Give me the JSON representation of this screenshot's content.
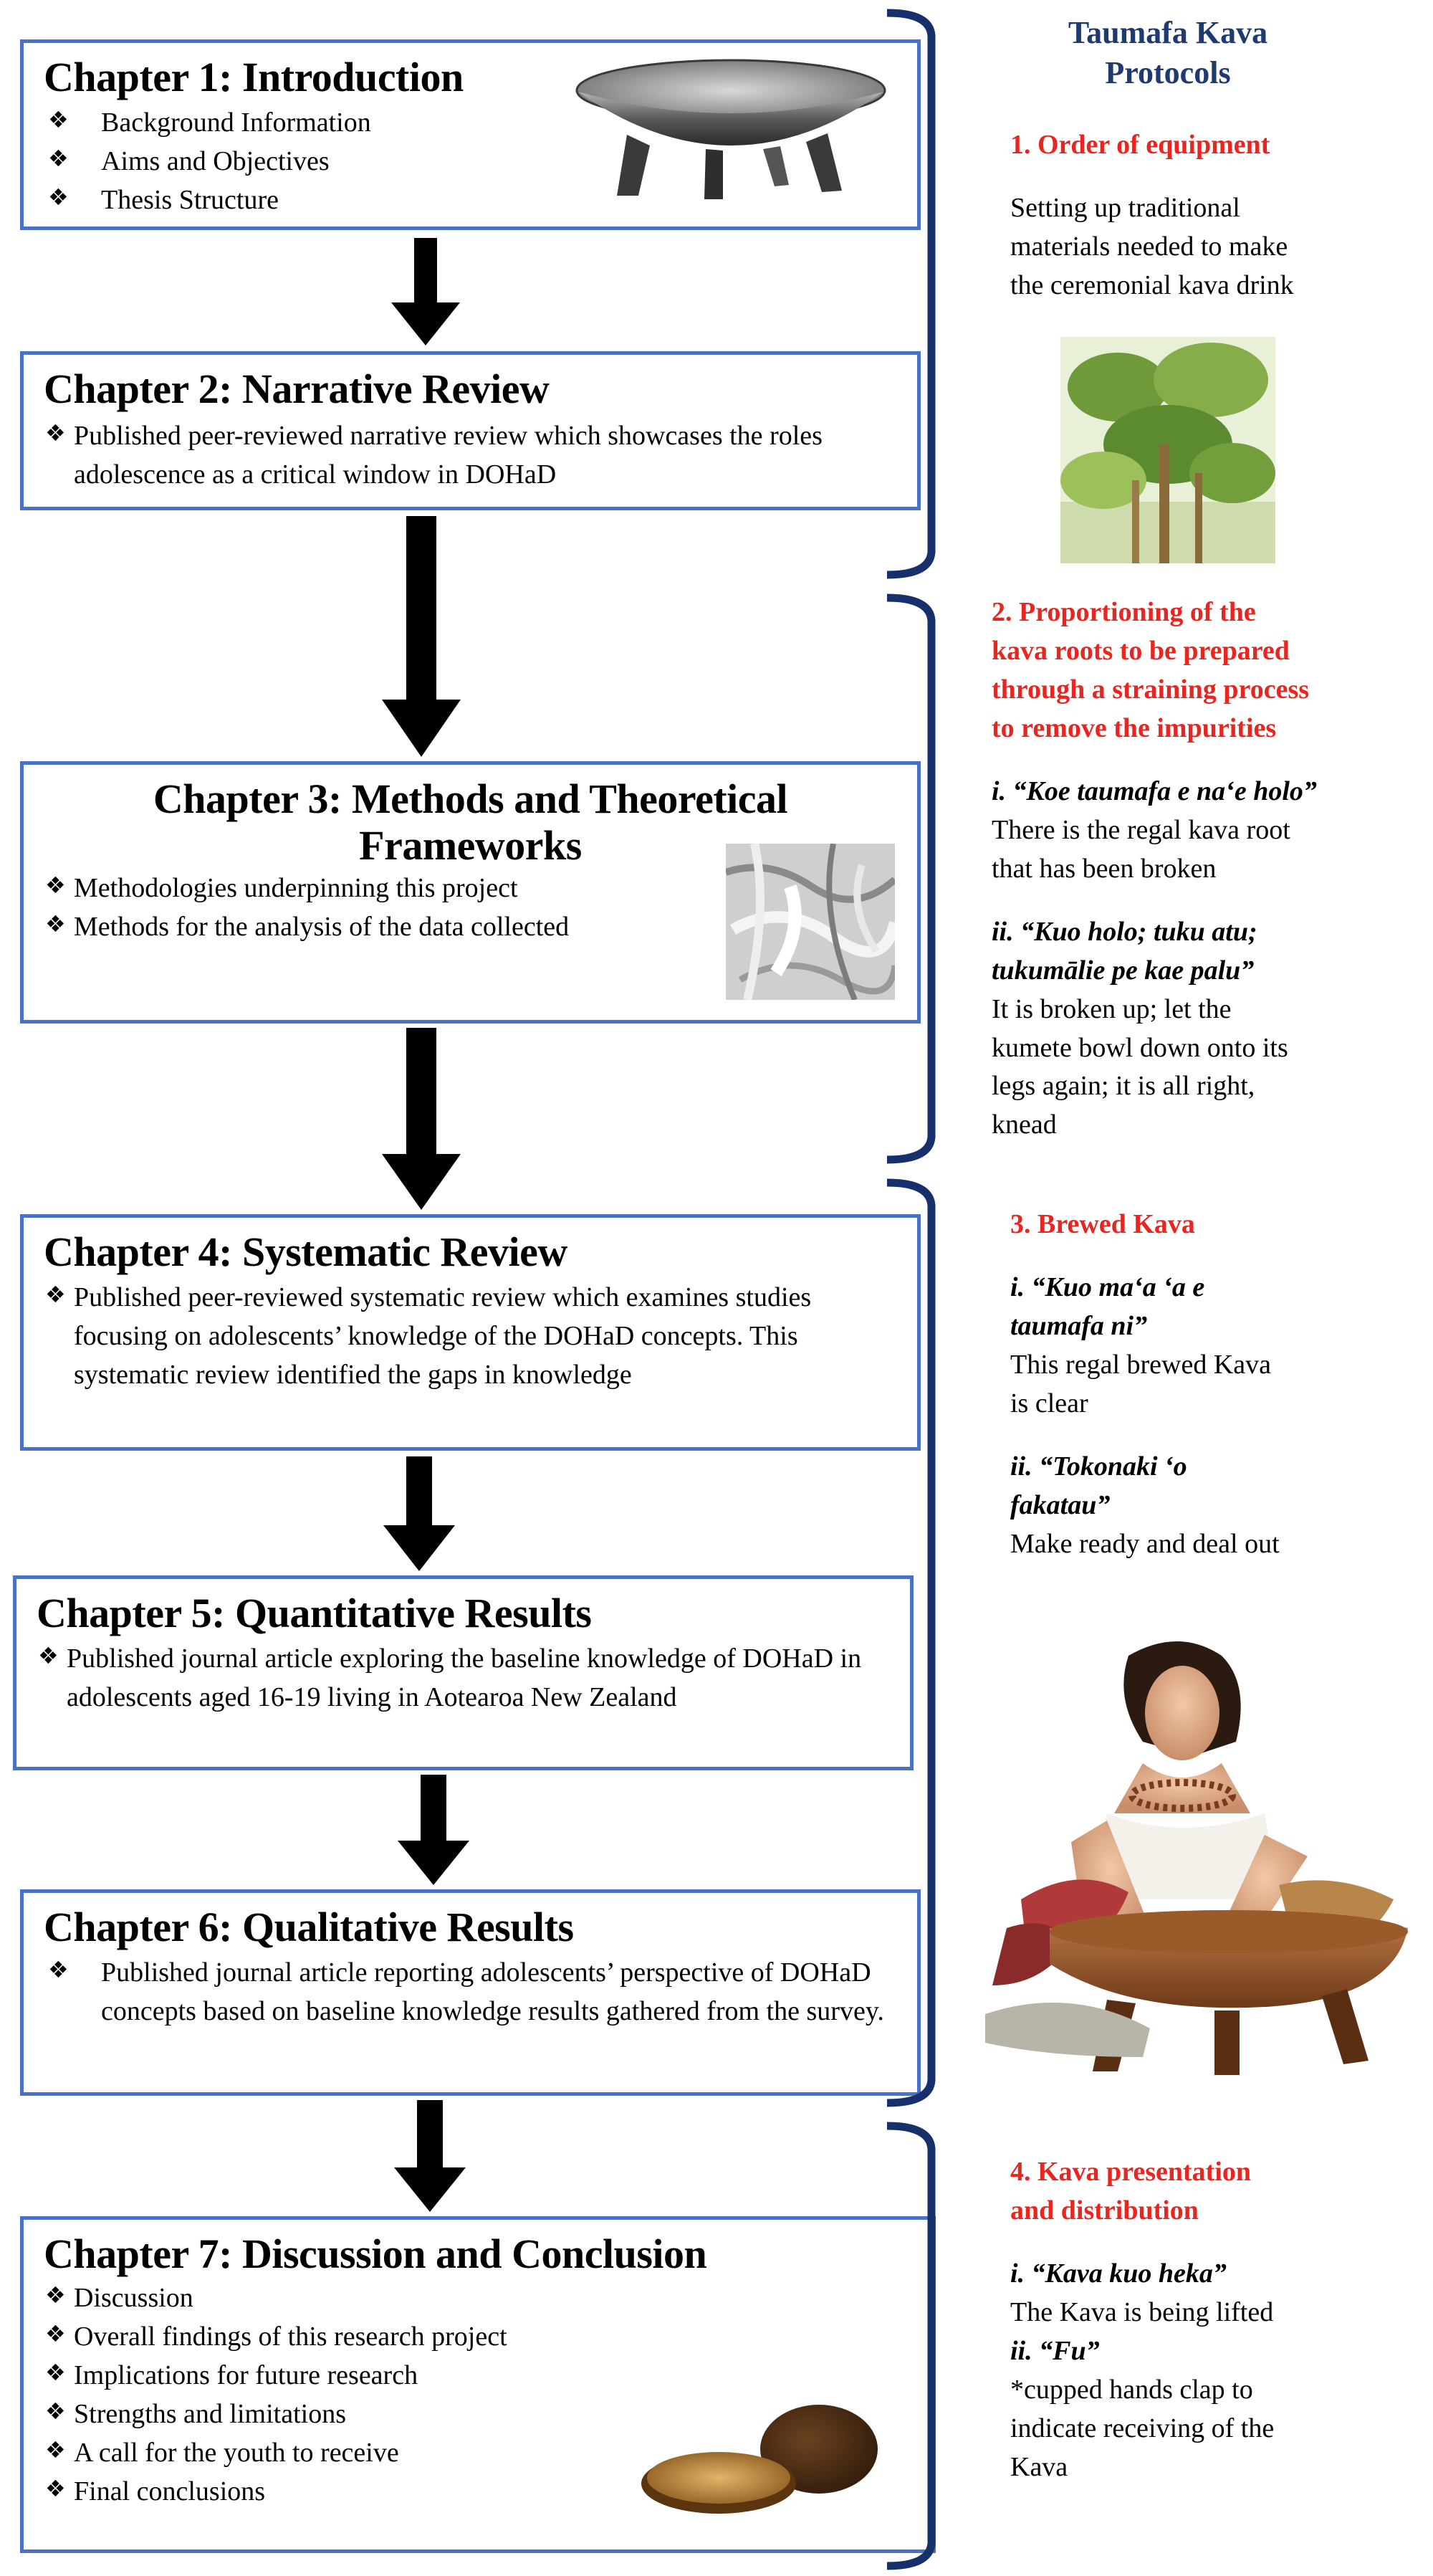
{
  "chapters": [
    {
      "title": "Chapter 1: Introduction",
      "bullets": [
        "Background Information",
        "Aims and Objectives",
        "Thesis Structure"
      ]
    },
    {
      "title": "Chapter 2: Narrative Review",
      "bullets": [
        "Published peer-reviewed narrative review which showcases the roles adolescence as a critical window in DOHaD"
      ]
    },
    {
      "title_line1": "Chapter 3: Methods and Theoretical",
      "title_line2": "Frameworks",
      "bullets": [
        "Methodologies underpinning this project",
        "Methods for the analysis of the data collected"
      ]
    },
    {
      "title": "Chapter 4: Systematic Review",
      "bullets": [
        "Published peer-reviewed systematic review which examines studies focusing on adolescents’ knowledge of the DOHaD concepts. This systematic review identified the gaps in knowledge"
      ]
    },
    {
      "title": "Chapter 5: Quantitative Results",
      "bullets": [
        "Published journal article exploring the baseline knowledge of DOHaD in adolescents aged 16-19 living in Aotearoa New Zealand"
      ]
    },
    {
      "title": "Chapter 6: Qualitative Results",
      "bullets": [
        "Published journal article reporting adolescents’ perspective of DOHaD concepts based on baseline knowledge results gathered from the survey."
      ]
    },
    {
      "title": "Chapter 7: Discussion and Conclusion",
      "bullets": [
        "Discussion",
        "Overall findings of this research project",
        "Implications for future research",
        "Strengths and limitations",
        "A call for the youth to receive",
        "Final conclusions"
      ]
    }
  ],
  "bullet_mark": "❖",
  "protocols": {
    "heading_line1": "Taumafa Kava",
    "heading_line2": "Protocols",
    "step1": {
      "title": "1.   Order of equipment",
      "desc_lines": [
        "Setting up traditional",
        "materials needed to make",
        "the ceremonial kava drink"
      ]
    },
    "step2": {
      "title_lines": [
        "2. Proportioning of the",
        "kava roots to be prepared",
        "through a straining process",
        "to remove the impurities"
      ],
      "i_quote": "i. “Koe taumafa e na‘e holo”",
      "i_trans_lines": [
        "There is the regal kava root",
        "that has been broken"
      ],
      "ii_quote_lines": [
        "ii. “Kuo holo; tuku atu;",
        "tukumālie pe kae palu”"
      ],
      "ii_trans_lines": [
        "It is broken up; let the",
        "kumete bowl down onto its",
        "legs again; it is all right,",
        "knead"
      ]
    },
    "step3": {
      "title": "3. Brewed Kava",
      "i_quote_lines": [
        "i. “Kuo ma‘a ‘a e",
        "taumafa ni”"
      ],
      "i_trans_lines": [
        "This regal brewed Kava",
        "is clear"
      ],
      "ii_quote_lines": [
        "ii. “Tokonaki  ‘o",
        "fakatau”"
      ],
      "ii_trans": "Make ready and deal out"
    },
    "step4": {
      "title_lines": [
        "4. Kava presentation",
        "and distribution"
      ],
      "i_quote": "i. “Kava kuo heka”",
      "i_trans": "The Kava is being lifted",
      "ii_prefix": "ii. ",
      "ii_quote": "“Fu”",
      "ii_trans_lines": [
        "*cupped hands clap to",
        "indicate receiving of the",
        "Kava"
      ]
    }
  },
  "colors": {
    "box_border": "#4a72c4",
    "bracket": "#17306b",
    "red": "#e8261f",
    "navy": "#1f3a6e"
  }
}
